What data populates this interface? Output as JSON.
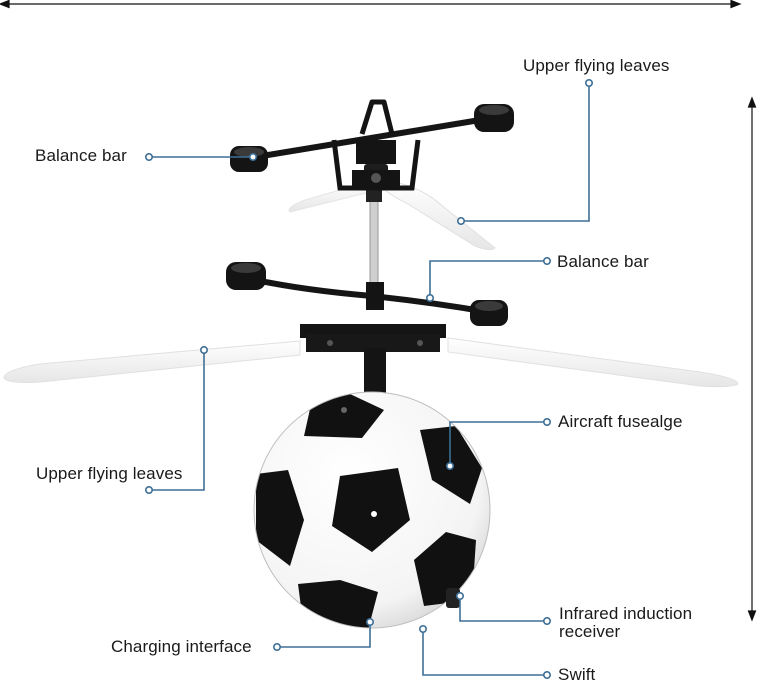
{
  "labels": {
    "upper_flying_leaves_top": "Upper flying leaves",
    "balance_bar_left": "Balance bar",
    "balance_bar_right": "Balance bar",
    "aircraft_fuselage": "Aircraft fusealge",
    "upper_flying_leaves_left": "Upper flying leaves",
    "infrared_line1": "Infrared induction",
    "infrared_line2": "receiver",
    "charging_interface": "Charging interface",
    "swift": "Swift"
  },
  "colors": {
    "leader": "#3e6f96",
    "ink": "#111111",
    "blade": "#f3f3f3"
  }
}
